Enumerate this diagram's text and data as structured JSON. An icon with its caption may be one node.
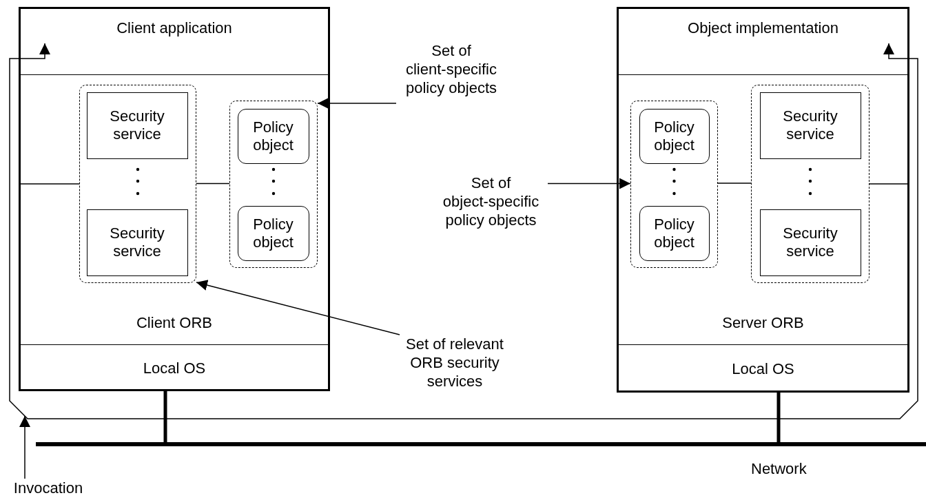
{
  "diagram": {
    "nodes": [
      {
        "text": [],
        "shape": "box"
      },
      {
        "text": [
          "Client application"
        ],
        "in": 0
      },
      {
        "text": [
          "Client ORB"
        ],
        "in": 0
      },
      {
        "text": [
          "Local OS"
        ],
        "in": 0
      },
      {
        "text": [],
        "shape": "box",
        "in": 2
      },
      {
        "text": [
          "Security service"
        ],
        "in": 4
      },
      {
        "text": [
          "Security service"
        ],
        "in": 4
      },
      {
        "text": [],
        "shape": "box",
        "in": 2
      },
      {
        "text": [
          "Policy object"
        ],
        "in": 7
      },
      {
        "text": [
          "Policy object"
        ],
        "in": 7
      },
      {
        "text": [],
        "shape": "box"
      },
      {
        "text": [
          "Object implementation"
        ],
        "in": 10
      },
      {
        "text": [
          "Server ORB"
        ],
        "in": 10
      },
      {
        "text": [
          "Local OS"
        ],
        "in": 10
      },
      {
        "text": [],
        "shape": "box",
        "in": 12
      },
      {
        "text": [
          "Policy object"
        ],
        "in": 14
      },
      {
        "text": [
          "Policy object"
        ],
        "in": 14
      },
      {
        "text": [],
        "shape": "box",
        "in": 12
      },
      {
        "text": [
          "Security service"
        ],
        "in": 17
      },
      {
        "text": [
          "Security service"
        ],
        "in": 17
      },
      {
        "text": [],
        "shape": "bar",
        "beside": [
          "Network"
        ]
      },
      {
        "text": [
          "Set of client-specific policy objects"
        ]
      },
      {
        "text": [
          "Set of object-specific policy objects"
        ]
      },
      {
        "text": [
          "Set of relevant ORB security services"
        ]
      },
      {
        "text": [
          "Invocation"
        ]
      }
    ],
    "edges": [
      {
        "from": 1,
        "to": 11,
        "arrow": "both"
      },
      {
        "from": null,
        "to": 4,
        "arrow": "none"
      },
      {
        "from": 4,
        "to": 7,
        "arrow": "none"
      },
      {
        "from": 14,
        "to": 17,
        "arrow": "none"
      },
      {
        "from": 17,
        "to": null,
        "arrow": "none"
      },
      {
        "from": 3,
        "to": 20,
        "arrow": "none",
        "style": "thick"
      },
      {
        "from": 13,
        "to": 20,
        "arrow": "none",
        "style": "thick"
      },
      {
        "from": 21,
        "to": 7,
        "arrow": "to"
      },
      {
        "from": 22,
        "to": 14,
        "arrow": "to"
      },
      {
        "from": 23,
        "to": 4,
        "arrow": "to"
      },
      {
        "from": 24,
        "to": null,
        "arrow": "to"
      }
    ]
  }
}
